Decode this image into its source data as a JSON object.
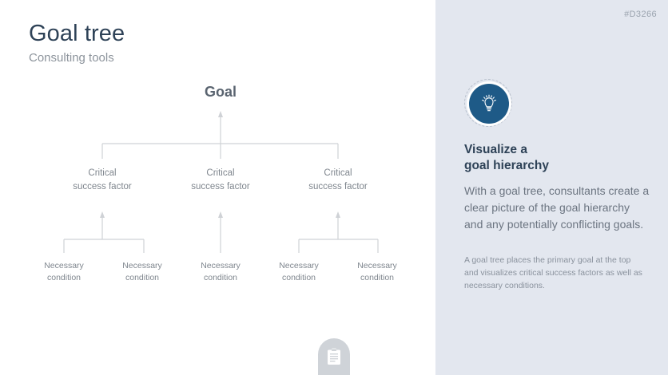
{
  "slide": {
    "title": "Goal tree",
    "subtitle": "Consulting tools",
    "code": "#D3266"
  },
  "diagram": {
    "type": "tree",
    "root": {
      "label": "Goal"
    },
    "level2_label": "Critical\nsuccess factor",
    "level3_label": "Necessary\ncondition",
    "level2": [
      {
        "label": "Critical\nsuccess factor"
      },
      {
        "label": "Critical\nsuccess factor"
      },
      {
        "label": "Critical\nsuccess factor"
      }
    ],
    "level3": [
      {
        "label": "Necessary\ncondition"
      },
      {
        "label": "Necessary\ncondition"
      },
      {
        "label": "Necessary\ncondition"
      },
      {
        "label": "Necessary\ncondition"
      },
      {
        "label": "Necessary\ncondition"
      }
    ],
    "connector_color": "#cfd2d6",
    "node_text_color": "#7f868e"
  },
  "panel": {
    "heading": "Visualize a\ngoal hierarchy",
    "body": "With a goal tree, consultants create a clear picture of the goal hierarchy and any potentially conflicting goals.",
    "caption": "A goal tree places the primary goal at the top and visualizes critical success factors as well as necessary conditions.",
    "icon": "lightbulb-icon",
    "background_color": "#e3e7ef",
    "accent_color": "#1e5a87"
  },
  "footer": {
    "icon": "clipboard-icon"
  }
}
